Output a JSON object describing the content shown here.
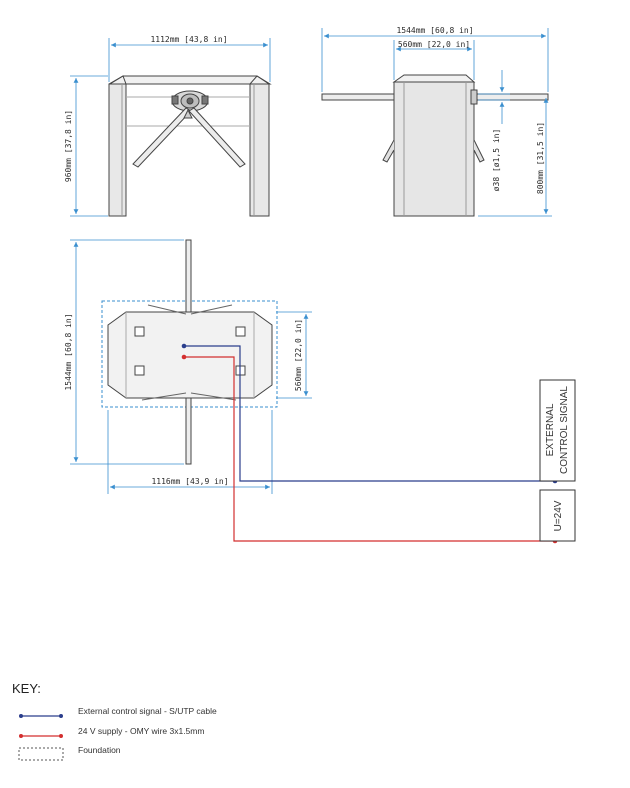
{
  "dimensions": {
    "front_width": "1112mm [43,8 in]",
    "front_height": "960mm [37,8 in]",
    "side_total": "1544mm [60,8 in]",
    "side_body": "560mm [22,0 in]",
    "side_tube": "ø38 [ø1,5 in]",
    "side_height": "800mm [31,5 in]",
    "plan_length": "1544mm [60,8 in]",
    "plan_depth": "560mm [22,0 in]",
    "plan_width": "1116mm [43,9 in]"
  },
  "boxes": {
    "control_line1": "EXTERNAL",
    "control_line2": "CONTROL SIGNAL",
    "power": "U=24V"
  },
  "key": {
    "title": "KEY:",
    "items": [
      {
        "label": "External control signal - S/UTP cable",
        "color": "#2b3e8c",
        "style": "line"
      },
      {
        "label": "24 V supply - OMY wire 3x1.5mm",
        "color": "#d32f2f",
        "style": "line"
      },
      {
        "label": "Foundation",
        "color": "#555555",
        "style": "dashed"
      }
    ]
  },
  "colors": {
    "dimension": "#3a8fcf",
    "signal": "#2b3e8c",
    "power": "#d32f2f",
    "outline": "#444444"
  }
}
